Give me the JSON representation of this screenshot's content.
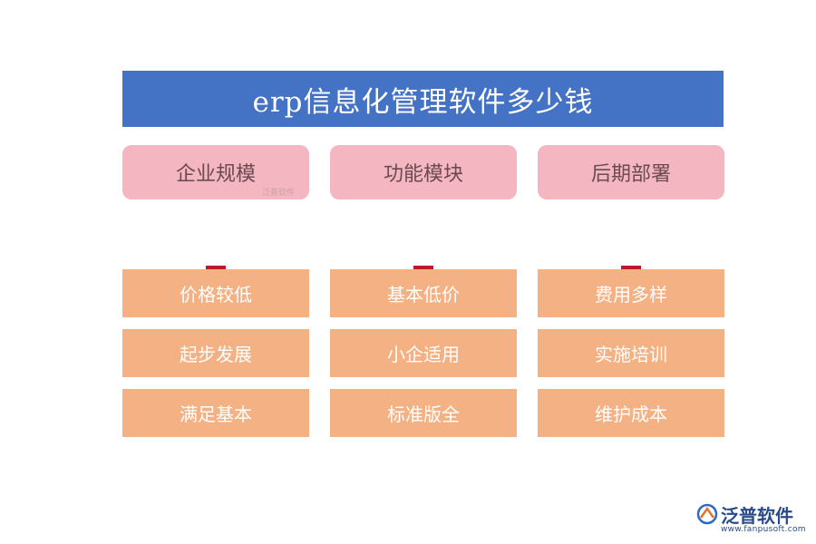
{
  "title": "erp信息化管理软件多少钱",
  "columns": [
    {
      "heading": "企业规模",
      "items": [
        "价格较低",
        "起步发展",
        "满足基本"
      ]
    },
    {
      "heading": "功能模块",
      "items": [
        "基本低价",
        "小企适用",
        "标准版全"
      ]
    },
    {
      "heading": "后期部署",
      "items": [
        "费用多样",
        "实施培训",
        "维护成本"
      ]
    }
  ],
  "watermark_small": "泛普软件",
  "logo": {
    "brand": "泛普软件",
    "url": "www.fanpusoft.com"
  },
  "colors": {
    "title_bg": "#4472c4",
    "heading_bg": "#f4b6c0",
    "arrow": "#c0182b",
    "item_bg": "#f4b183"
  },
  "icons": {
    "arrow": "arrow-down-icon",
    "logo": "fanpu-logo-icon"
  }
}
